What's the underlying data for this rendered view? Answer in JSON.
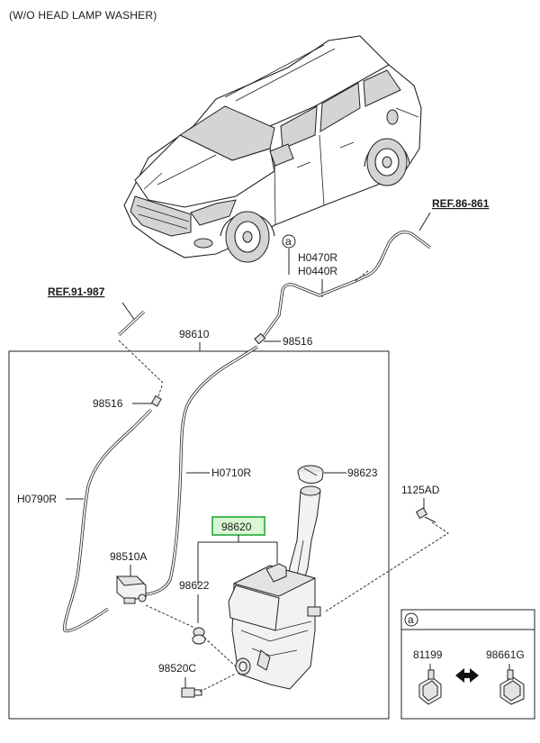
{
  "diagram": {
    "caption": "(W/O HEAD LAMP WASHER)",
    "references": {
      "ref_left": "REF.91-987",
      "ref_right": "REF.86-861"
    },
    "callout_marker": "a",
    "parts": {
      "p98610": "98610",
      "p98516_top": "98516",
      "p98516_left": "98516",
      "p98623": "98623",
      "p1125AD": "1125AD",
      "pH0790R": "H0790R",
      "pH0710R": "H0710R",
      "pH0470R": "H0470R",
      "pH0440R": "H0440R",
      "p98620": "98620",
      "p98510A": "98510A",
      "p98622": "98622",
      "p98520C": "98520C"
    },
    "inset": {
      "marker": "a",
      "left_part": "81199",
      "right_part": "98661G"
    },
    "highlight_color": "#37b24d"
  }
}
